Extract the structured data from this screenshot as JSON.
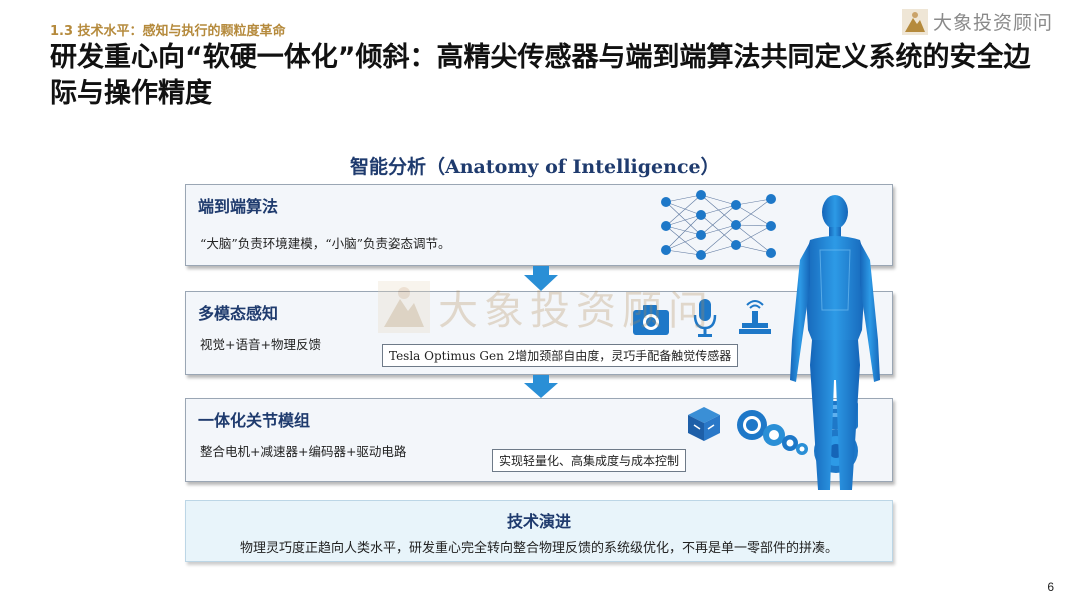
{
  "header": {
    "kicker": "1.3 技术水平：感知与执行的颗粒度革命",
    "title": "研发重心向“软硬一体化”倾斜：高精尖传感器与端到端算法共同定义系统的安全边际与操作精度"
  },
  "brand": {
    "name": "大象投资顾问"
  },
  "watermark": {
    "text": "大象投资顾问"
  },
  "diagram": {
    "title": "智能分析（Anatomy of Intelligence）",
    "panels": [
      {
        "heading": "端到端算法",
        "description": "“大脑”负责环境建模，“小脑”负责姿态调节。"
      },
      {
        "heading": "多模态感知",
        "description": "视觉+语音+物理反馈",
        "callout": "Tesla Optimus Gen 2增加颈部自由度，灵巧手配备触觉传感器"
      },
      {
        "heading": "一体化关节模组",
        "description": "整合电机+减速器+编码器+驱动电路",
        "callout": "实现轻量化、高集成度与成本控制"
      }
    ],
    "evolution": {
      "heading": "技术演进",
      "body": "物理灵巧度正趋向人类水平，研发重心完全转向整合物理反馈的系统级优化，不再是单一零部件的拼凑。"
    }
  },
  "page_number": "6",
  "colors": {
    "accent_gold": "#b58a3c",
    "navy": "#1f3b6e",
    "blue_icon": "#1e78c8",
    "arrow_blue": "#2a8fd6"
  },
  "icons": [
    "neural-network-icon",
    "humanoid-figure-icon",
    "camera-icon",
    "microphone-icon",
    "tactile-sensor-icon",
    "cube-module-icon",
    "gears-icon",
    "motor-icon",
    "brand-logo-icon"
  ]
}
